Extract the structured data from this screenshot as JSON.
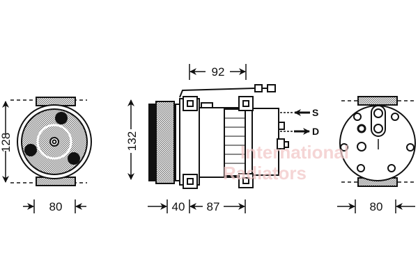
{
  "dimensions": {
    "front_height": "128",
    "front_width": "80",
    "side_height": "132",
    "side_top_length": "92",
    "side_pulley_depth": "40",
    "side_body_length": "87",
    "rear_width": "80"
  },
  "ports": {
    "suction": "S",
    "discharge": "D"
  },
  "watermark": {
    "line1": "International",
    "line2": "Radiators"
  },
  "colors": {
    "line": "#111111",
    "hatch": "#888888",
    "watermark": "#f2c8c8"
  }
}
